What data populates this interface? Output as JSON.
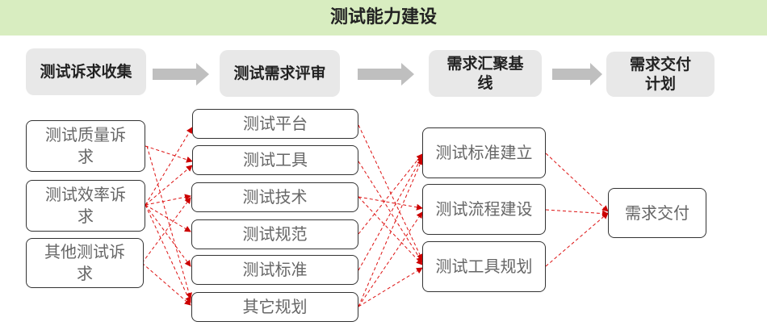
{
  "title": "测试能力建设",
  "stages": [
    "测试诉求收集",
    "测试需求评审",
    "需求汇聚基线",
    "需求交付计划"
  ],
  "demands": [
    "测试质量诉求",
    "测试效率诉求",
    "其他测试诉求"
  ],
  "reviews": [
    "测试平台",
    "测试工具",
    "测试技术",
    "测试规范",
    "测试标准",
    "其它规划"
  ],
  "baselines": [
    "测试标准建立",
    "测试流程建设",
    "测试工具规划"
  ],
  "delivery": "需求交付",
  "colors": {
    "header": "#d8edc0",
    "stage": "#e8e8e8",
    "arrow": "#bfbfbf",
    "link": "#cc0000"
  }
}
